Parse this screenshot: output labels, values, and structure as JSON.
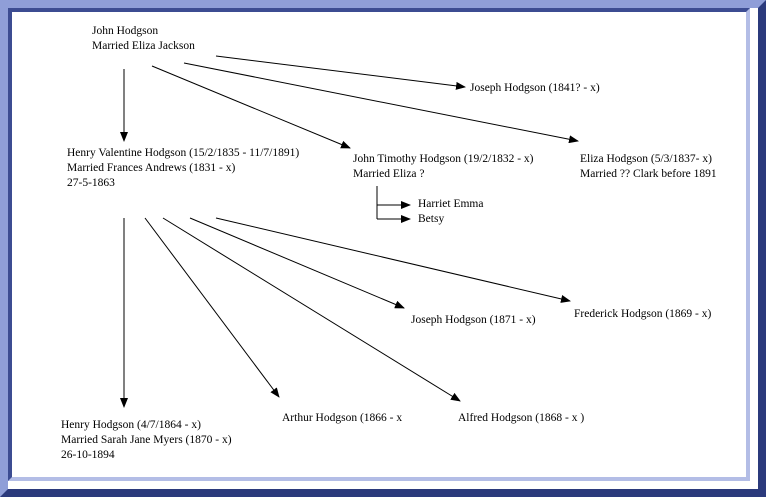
{
  "people": {
    "john": {
      "name": "John Hodgson",
      "marriage": "Married Eliza Jackson"
    },
    "joseph_1841": {
      "name": "Joseph Hodgson (1841? - x)"
    },
    "henry_valentine": {
      "name": "Henry Valentine Hodgson (15/2/1835 - 11/7/1891)",
      "marriage": "Married Frances Andrews (1831 - x)",
      "date": "27-5-1863"
    },
    "john_timothy": {
      "name": "John Timothy Hodgson (19/2/1832 - x)",
      "marriage": "Married Eliza ?"
    },
    "eliza": {
      "name": "Eliza Hodgson  (5/3/1837- x)",
      "marriage": "Married  ?? Clark before 1891"
    },
    "harriet_emma": {
      "name": "Harriet Emma"
    },
    "betsy": {
      "name": "Betsy"
    },
    "joseph_1871": {
      "name": "Joseph Hodgson (1871 - x)"
    },
    "frederick": {
      "name": "Frederick Hodgson (1869 - x)"
    },
    "henry_jr": {
      "name": "Henry Hodgson (4/7/1864 - x)",
      "marriage": "Married Sarah Jane Myers (1870 - x)",
      "date": "26-10-1894"
    },
    "arthur": {
      "name": "Arthur Hodgson (1866 - x"
    },
    "alfred": {
      "name": "Alfred Hodgson (1868 - x )"
    }
  },
  "colors": {
    "frame_light": "#8f9ed8",
    "frame_dark": "#2b3a7c",
    "line": "#000000"
  }
}
